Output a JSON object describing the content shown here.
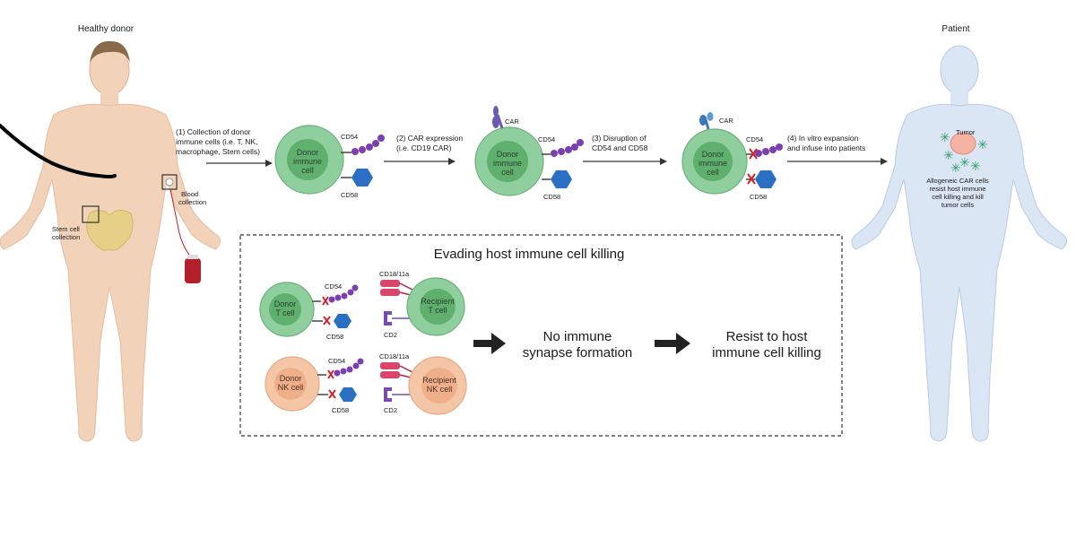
{
  "donor": {
    "title": "Healthy donor",
    "stem_cell_label": [
      "Stem cell",
      "collection"
    ],
    "blood_label": [
      "Blood",
      "collection"
    ],
    "colors": {
      "skin": "#f2d2b8",
      "hair": "#8a6a4a",
      "pelvis": "#e6cf86",
      "blood": "#b3202a"
    }
  },
  "patient": {
    "title": "Patient",
    "tumor_label": "Tumor",
    "outcome_lines": [
      "Allogeneic CAR cells",
      "resist host immune",
      "cell killing and kill",
      "tumor cells"
    ],
    "colors": {
      "body": "#dbe6f5",
      "tumor": "#f4b3a3",
      "tumor_cells": "#2e9e6a"
    }
  },
  "steps": [
    {
      "lines": [
        "(1) Collection of donor",
        "immune cells (i.e. T, NK,",
        "macrophage, Stem cells)"
      ]
    },
    {
      "lines": [
        "(2) CAR expression",
        "(i.e. CD19 CAR)"
      ]
    },
    {
      "lines": [
        "(3) Disruption of",
        "CD54 and CD58"
      ]
    },
    {
      "lines": [
        "(4) In vitro expansion",
        "and infuse into patients"
      ]
    }
  ],
  "cells": [
    {
      "name": [
        "Donor",
        "immune",
        "cell"
      ],
      "labels": {
        "cd54": "CD54",
        "cd58": "CD58"
      }
    },
    {
      "name": [
        "Donor",
        "immune",
        "cell"
      ],
      "labels": {
        "car": "CAR",
        "cd54": "CD54",
        "cd58": "CD58"
      }
    },
    {
      "name": [
        "Donor",
        "immune",
        "cell"
      ],
      "labels": {
        "car": "CAR",
        "cd54": "CD54",
        "cd58": "CD58"
      }
    }
  ],
  "evading": {
    "title": "Evading host immune cell killing",
    "rows": [
      {
        "donor": [
          "Donor",
          "T cell"
        ],
        "recipient": [
          "Recipient",
          "T cell"
        ],
        "cd54": "CD54",
        "cd58": "CD58",
        "cd18": "CD18/11a",
        "cd2": "CD2",
        "type": "T"
      },
      {
        "donor": [
          "Donor",
          "NK cell"
        ],
        "recipient": [
          "Recipient",
          "NK cell"
        ],
        "cd54": "CD54",
        "cd58": "CD58",
        "cd18": "CD18/11a",
        "cd2": "CD2",
        "type": "NK"
      }
    ],
    "result_1": [
      "No immune",
      "synapse formation"
    ],
    "result_2": [
      "Resist to host",
      "immune cell killing"
    ]
  },
  "colors": {
    "green_cell": "#8fcf9d",
    "green_nucleus": "#5fb06f",
    "peach_cell": "#f5c6a6",
    "peach_nucleus": "#efaf8a",
    "cd54": "#7b3fb0",
    "cd58": "#2a6fc4",
    "car": "#6a5ab0",
    "disrupt": "#d0232a",
    "lfa1": "#d9456b",
    "cd2": "#7a4bb0",
    "scribble": "#000000"
  }
}
